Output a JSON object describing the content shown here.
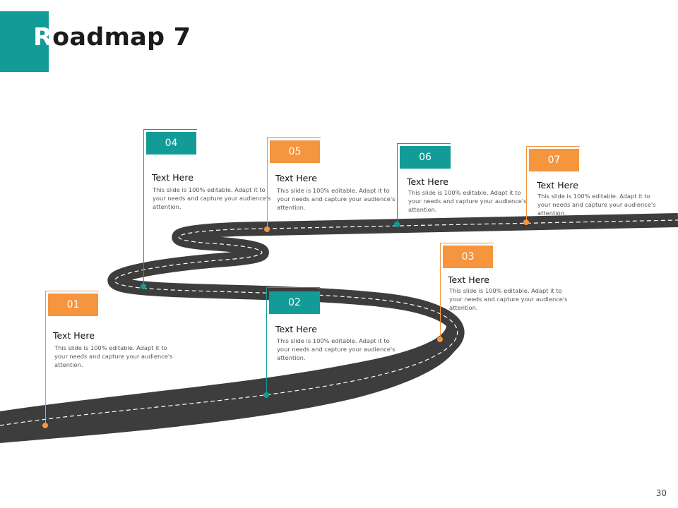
{
  "title": {
    "first_letter": "R",
    "rest": "oadmap 7"
  },
  "colors": {
    "teal": "#139b98",
    "orange": "#f5953e",
    "road": "#3d3d3d",
    "dash": "#ffffff"
  },
  "milestones": [
    {
      "number": "01",
      "color": "orange",
      "heading": "Text Here",
      "text": "This slide is 100% editable. Adapt it to your needs and capture your audience's attention."
    },
    {
      "number": "02",
      "color": "teal",
      "heading": "Text Here",
      "text": "This slide is 100% editable. Adapt it to your needs and capture your audience's attention."
    },
    {
      "number": "03",
      "color": "orange",
      "heading": "Text Here",
      "text": "This slide is 100% editable. Adapt it to your needs and capture your audience's attention."
    },
    {
      "number": "04",
      "color": "teal",
      "heading": "Text Here",
      "text": "This slide is 100% editable. Adapt it to your needs and capture your audience's attention."
    },
    {
      "number": "05",
      "color": "orange",
      "heading": "Text Here",
      "text": "This slide is 100% editable. Adapt it to your needs and capture your audience's attention."
    },
    {
      "number": "06",
      "color": "teal",
      "heading": "Text Here",
      "text": "This slide is 100% editable. Adapt it to your needs and capture your audience's attention."
    },
    {
      "number": "07",
      "color": "orange",
      "heading": "Text Here",
      "text": "This slide is 100% editable. Adapt it to your needs and capture your audience's attention."
    }
  ],
  "page_number": "30"
}
